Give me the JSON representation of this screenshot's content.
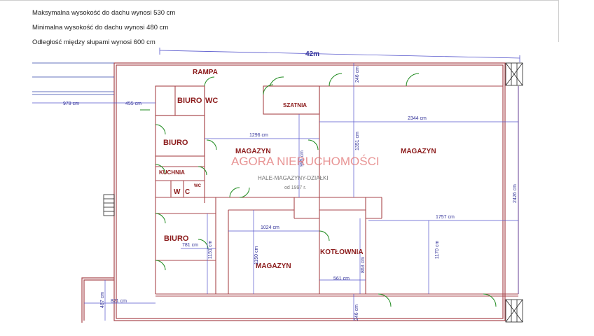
{
  "notes": {
    "max_height": "Maksymalna wysokość do dachu wynosi  530 cm",
    "min_height": "Minimalna wysokość do dachu wynosi 480  cm",
    "column_spacing": "Odległość między słupami wynosi  600  cm"
  },
  "plan": {
    "total_width": "42m",
    "rooms": {
      "rampa": "RAMPA",
      "biuro_top": "BIURO",
      "wc_top": "WC",
      "szatnia": "SZATNIA",
      "biuro_mid": "BIURO",
      "magazyn_center": "MAGAZYN",
      "magazyn_right": "MAGAZYN",
      "kuchnia": "KUCHNIA",
      "wc_small_1": "W",
      "wc_small_2": "C",
      "wc_small_3": "WC",
      "biuro_bottom": "BIURO",
      "magazyn_bottom": "MAGAZYN",
      "kotlownia": "KOTŁOWNIA"
    },
    "dimensions": {
      "d978": "978 cm",
      "d455": "455 cm",
      "d246_top": "246 cm",
      "d1296": "1296 cm",
      "d2344": "2344 cm",
      "d1351": "1351 cm",
      "d995": "995 cm",
      "d2426": "2426 cm",
      "d1757": "1757 cm",
      "d1024": "1024 cm",
      "d781": "781 cm",
      "d1151": "1151 cm",
      "d1150": "1150 cm",
      "d863": "863 cm",
      "d1170": "1170 cm",
      "d561": "561 cm",
      "d821": "821 cm",
      "d487": "487 cm",
      "d246_bottom": "246 cm"
    }
  },
  "watermark": {
    "title": "AGORA NIERUCHOMOŚCI",
    "subtitle": "HALE-MAGAZYNY-DZIAŁKI",
    "since": "od 1997 r."
  },
  "colors": {
    "wall": "#a8474c",
    "dimension": "#5555cc",
    "label": "#8b1a1a",
    "door": "#1e8a1e",
    "watermark": "#e07070"
  }
}
